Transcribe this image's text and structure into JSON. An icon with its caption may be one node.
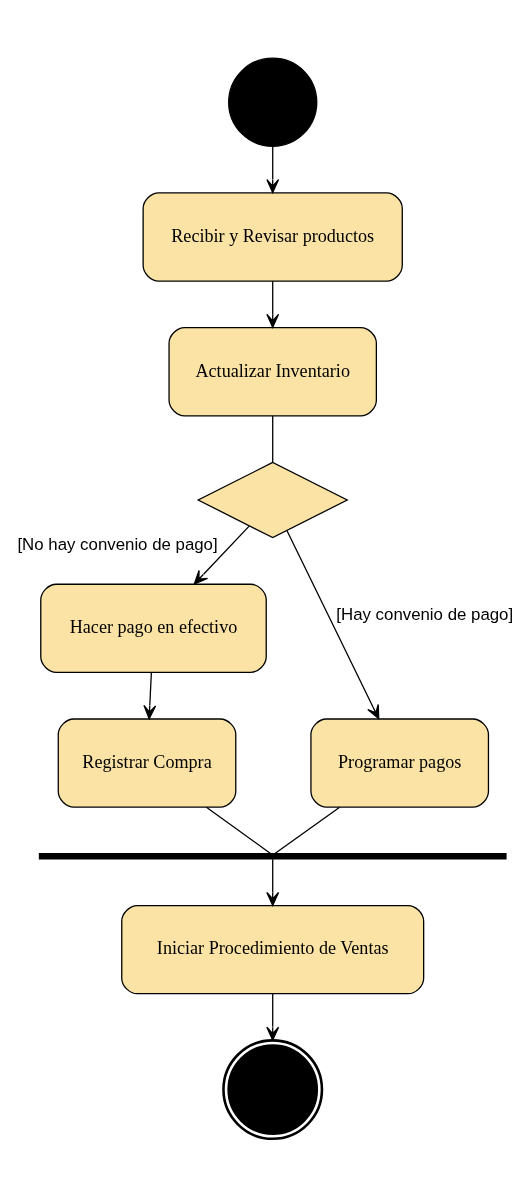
{
  "diagram": {
    "nodes": [
      {
        "text": [],
        "shape": "circle"
      },
      {
        "text": [
          "Recibir y Revisar productos"
        ]
      },
      {
        "text": [
          "Actualizar Inventario"
        ]
      },
      {
        "text": [],
        "shape": "diamond"
      },
      {
        "text": [
          "Hacer pago en efectivo"
        ]
      },
      {
        "text": [
          "Programar pagos"
        ]
      },
      {
        "text": [
          "Registrar Compra"
        ]
      },
      {
        "text": [],
        "shape": "bar"
      },
      {
        "text": [
          "Iniciar Procedimiento de Ventas"
        ]
      },
      {
        "text": [],
        "shape": "bullseye"
      }
    ],
    "edges": [
      {
        "from": 0,
        "to": 1,
        "arrow": "to"
      },
      {
        "from": 1,
        "to": 2,
        "arrow": "to"
      },
      {
        "from": 2,
        "to": 3,
        "arrow": "none"
      },
      {
        "from": 3,
        "to": 4,
        "arrow": "to",
        "label": "[No hay convenio de pago]"
      },
      {
        "from": 3,
        "to": 5,
        "arrow": "to",
        "label": "[Hay convenio de pago]"
      },
      {
        "from": 4,
        "to": 6,
        "arrow": "to"
      },
      {
        "from": 6,
        "to": 7,
        "arrow": "none"
      },
      {
        "from": 5,
        "to": 7,
        "arrow": "none"
      },
      {
        "from": 7,
        "to": 8,
        "arrow": "to"
      },
      {
        "from": 8,
        "to": 9,
        "arrow": "to"
      }
    ]
  }
}
